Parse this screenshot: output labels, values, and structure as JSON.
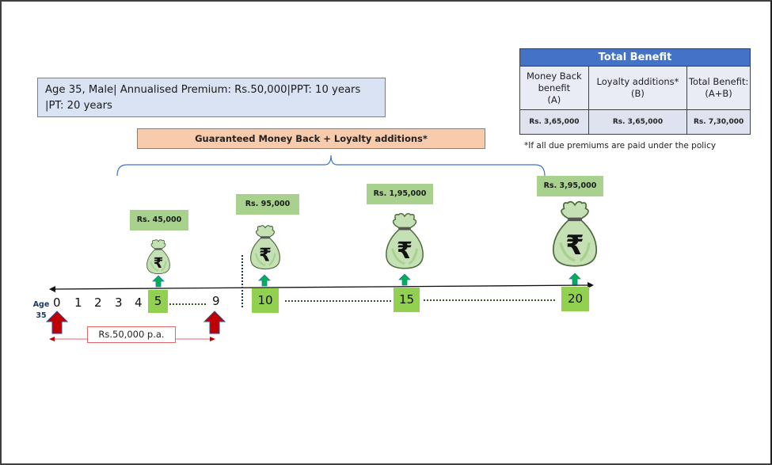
{
  "policy_info": {
    "line1": "Age 35, Male| Annualised Premium: Rs.50,000|PPT: 10 years",
    "line2": "|PT: 20 years"
  },
  "banner": {
    "label": "Guaranteed Money Back + Loyalty additions*"
  },
  "benefit_table": {
    "title": "Total Benefit",
    "columns": [
      {
        "header_lines": [
          "Money Back",
          "benefit",
          "(A)"
        ],
        "value": "Rs. 3,65,000"
      },
      {
        "header_lines": [
          "Loyalty additions*",
          "(B)"
        ],
        "value": "Rs. 3,65,000"
      },
      {
        "header_lines": [
          "Total Benefit:",
          "(A+B)"
        ],
        "value": "Rs. 7,30,000"
      }
    ],
    "note": "*If all due premiums are paid under the policy"
  },
  "payouts": [
    {
      "year": "5",
      "amount": "Rs. 45,000",
      "icon": "rupee-money-bag-icon"
    },
    {
      "year": "10",
      "amount": "Rs. 95,000",
      "icon": "rupee-money-bag-icon"
    },
    {
      "year": "15",
      "amount": "Rs. 1,95,000",
      "icon": "rupee-money-bag-icon"
    },
    {
      "year": "20",
      "amount": "Rs. 3,95,000",
      "icon": "rupee-money-bag-icon"
    }
  ],
  "timeline": {
    "start_label_line1": "Age",
    "start_label_line2": "35",
    "ticks": [
      "0",
      "1",
      "2",
      "3",
      "4",
      "5",
      "9",
      "10",
      "15",
      "20"
    ],
    "highlighted_ticks": [
      "5",
      "10",
      "15",
      "20"
    ],
    "premium_label": "Rs.50,000 p.a.",
    "premium_start_year": "0",
    "premium_end_year": "9"
  },
  "colors": {
    "benefit_header": "#4472c4",
    "amount_box": "#a9d18e",
    "highlight_tick": "#92d050",
    "premium_arrow": "#c00000",
    "payout_arrow": "#00b050",
    "info_box": "#dae3f3",
    "banner": "#f8cbad"
  }
}
